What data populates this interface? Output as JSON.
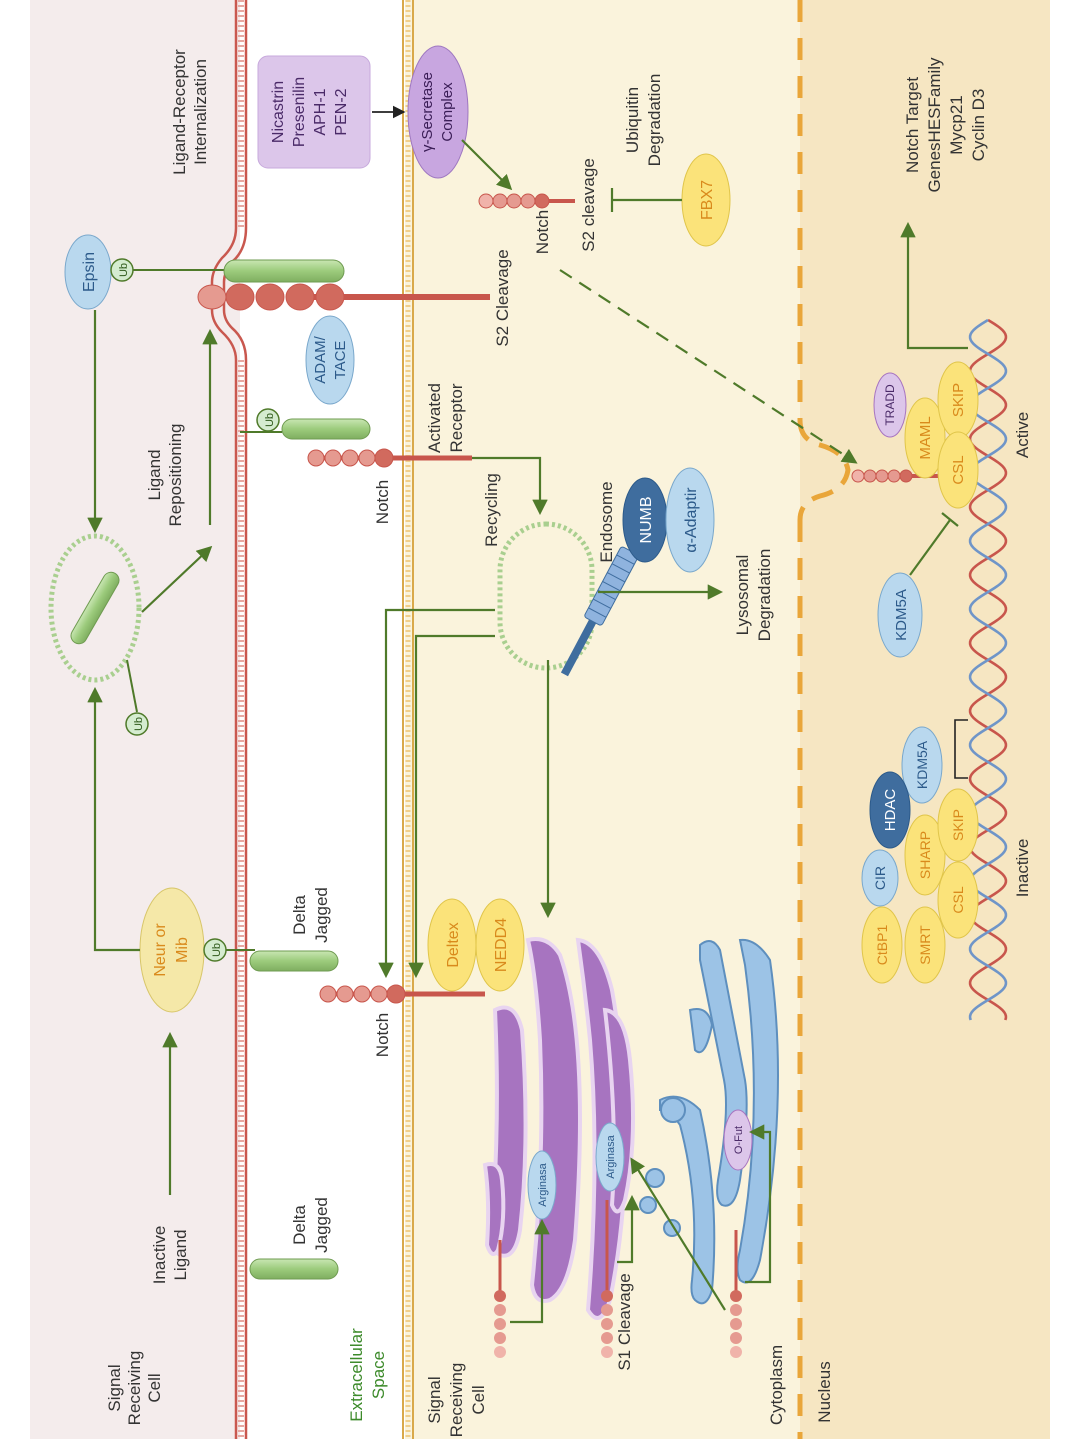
{
  "labels": {
    "signal_cell_left": [
      "Signal",
      "Receiving",
      "Cell"
    ],
    "inactive_ligand": [
      "Inactive",
      "Ligand"
    ],
    "delta_jagged_1": [
      "Delta",
      "Jagged"
    ],
    "delta_jagged_2": [
      "Delta",
      "Jagged"
    ],
    "neur_mib": [
      "Neur or",
      "Mib"
    ],
    "ub": "Ub",
    "epsin": "Epsin",
    "ligand_repositioning": [
      "Ligand",
      "Repositioning"
    ],
    "ligand_receptor_internalization": [
      "Ligand-Receptor",
      "Internalization"
    ],
    "adam_tace": [
      "ADAM/",
      "TACE"
    ],
    "s2_cleavage": "S2 Cleavage",
    "secretase_components": [
      "Nicastrin",
      "Presenilin",
      "APH-1",
      "PEN-2"
    ],
    "gamma_secretase": [
      "γ-Secretase",
      "Complex"
    ],
    "notch": "Notch",
    "s2_cleavage_lower": "S2 cleavage",
    "ubiquitin_degradation": [
      "Ubiquitin",
      "Degradation"
    ],
    "fbx7": "FBX7",
    "activated_receptor": [
      "Activated",
      "Receptor"
    ],
    "recycling": "Recycling",
    "endosome": "Endosome",
    "numb": "NUMB",
    "alpha_adaptin": "α-Adaptir",
    "lysosomal_degradation": [
      "Lysosomal",
      "Degradation"
    ],
    "deltex": "Deltex",
    "nedd4": "NEDD4",
    "arginasa": "Arginasa",
    "o_fut": "O-Fut",
    "s1_cleavage": "S1 Cleavage",
    "extracellular_space": [
      "Extracellular",
      "Space"
    ],
    "signal_cell_right": [
      "Signal",
      "Receiving",
      "Cell"
    ],
    "cytoplasm": "Cytoplasm",
    "nucleus": "Nucleus",
    "notch_targets": [
      "Notch Target",
      "GenesHESFamily",
      "Mycp21",
      "Cyclin D3"
    ],
    "tradd": "TRADD",
    "maml": "MAML",
    "skip": "SKIP",
    "csl": "CSL",
    "kdm5a": "KDM5A",
    "active": "Active",
    "inactive": "Inactive",
    "cir": "CIR",
    "hdac": "HDAC",
    "ctbp1": "CtBP1",
    "sharp": "SHARP",
    "smrt": "SMRT"
  },
  "colors": {
    "bg_left": "#f4ecec",
    "bg_mid": "#faf3dc",
    "bg_nucleus": "#f6e6c2",
    "membrane_red": "#c9584f",
    "membrane_gold": "#d9a94a",
    "arrow_green": "#4f7a2a",
    "ligand_green": "#a8d08d",
    "notch_pink": "#e59a90",
    "notch_stem": "#c8564c",
    "blue_node": "#b9d8ee",
    "yellow_node": "#fbe37a",
    "purple_node": "#dcc6ea",
    "purple_golgi": "#a774c0",
    "blue_er": "#9cc3e6",
    "dark_blue": "#3f6d9e",
    "text_dark": "#333333",
    "text_orange": "#d98a1c",
    "text_green": "#3c8a2a",
    "text_blue": "#2c5a8a"
  }
}
